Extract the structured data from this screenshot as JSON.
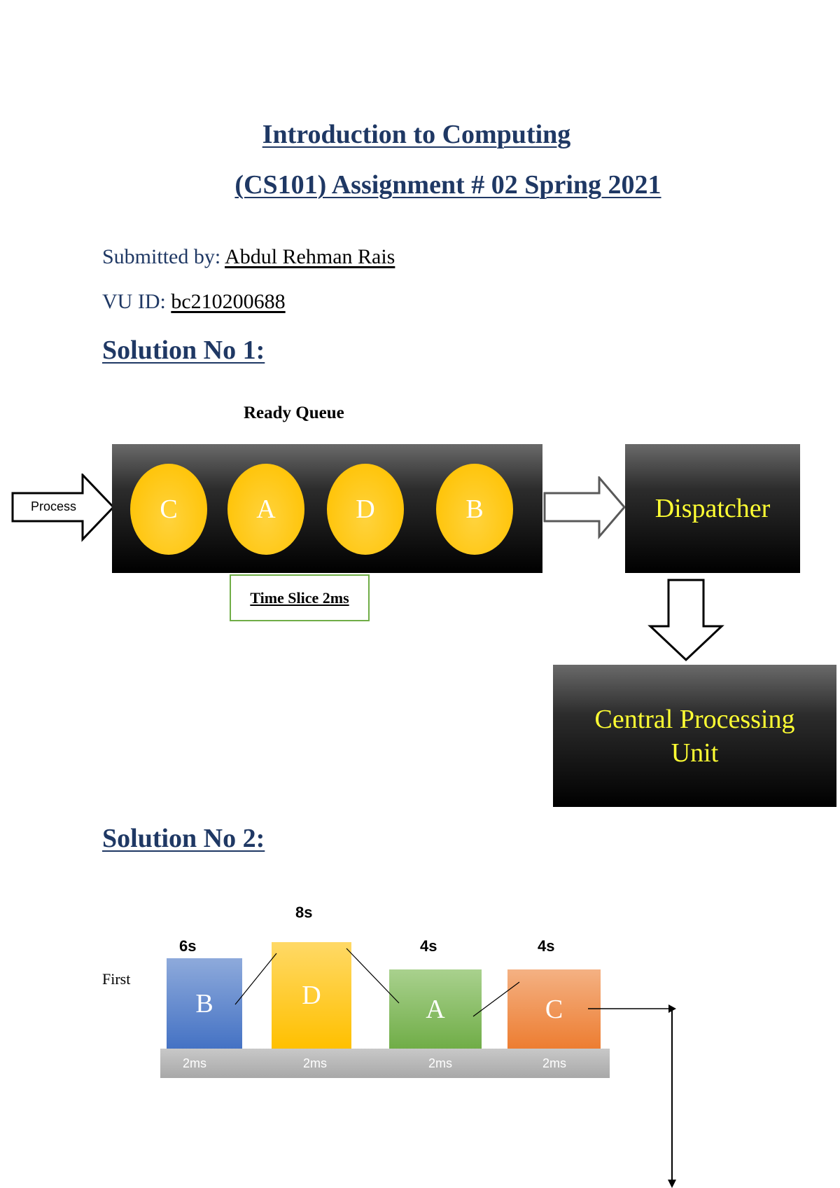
{
  "header": {
    "title_line1": "Introduction to Computing",
    "title_line2": "(CS101) Assignment # 02 Spring 2021"
  },
  "meta": {
    "submitted_by_label": "Submitted by: ",
    "submitted_by_value": "Abdul Rehman Rais",
    "vu_id_label": "VU ID: ",
    "vu_id_value": "bc210200688"
  },
  "solution1": {
    "heading": "Solution No 1:",
    "queue_title": "Ready Queue",
    "process_label": "Process",
    "queue_items": [
      "C",
      "A",
      "D",
      "B"
    ],
    "time_slice": "Time Slice 2ms",
    "dispatcher": "Dispatcher",
    "cpu_line1": "Central Processing",
    "cpu_line2": "Unit"
  },
  "solution2": {
    "heading": "Solution No 2:",
    "first_label": "First",
    "blocks": [
      {
        "letter": "B",
        "time": "6s",
        "slice": "2ms",
        "color": "#4a76c9"
      },
      {
        "letter": "D",
        "time": "8s",
        "slice": "2ms",
        "color": "#ffc000"
      },
      {
        "letter": "A",
        "time": "4s",
        "slice": "2ms",
        "color": "#70ad47"
      },
      {
        "letter": "C",
        "time": "4s",
        "slice": "2ms",
        "color": "#ed7d31"
      }
    ]
  },
  "colors": {
    "heading_blue": "#1f3864",
    "circle_yellow": "#ffc000",
    "yellow_text": "#ffff33",
    "box_green_border": "#70ad47"
  }
}
